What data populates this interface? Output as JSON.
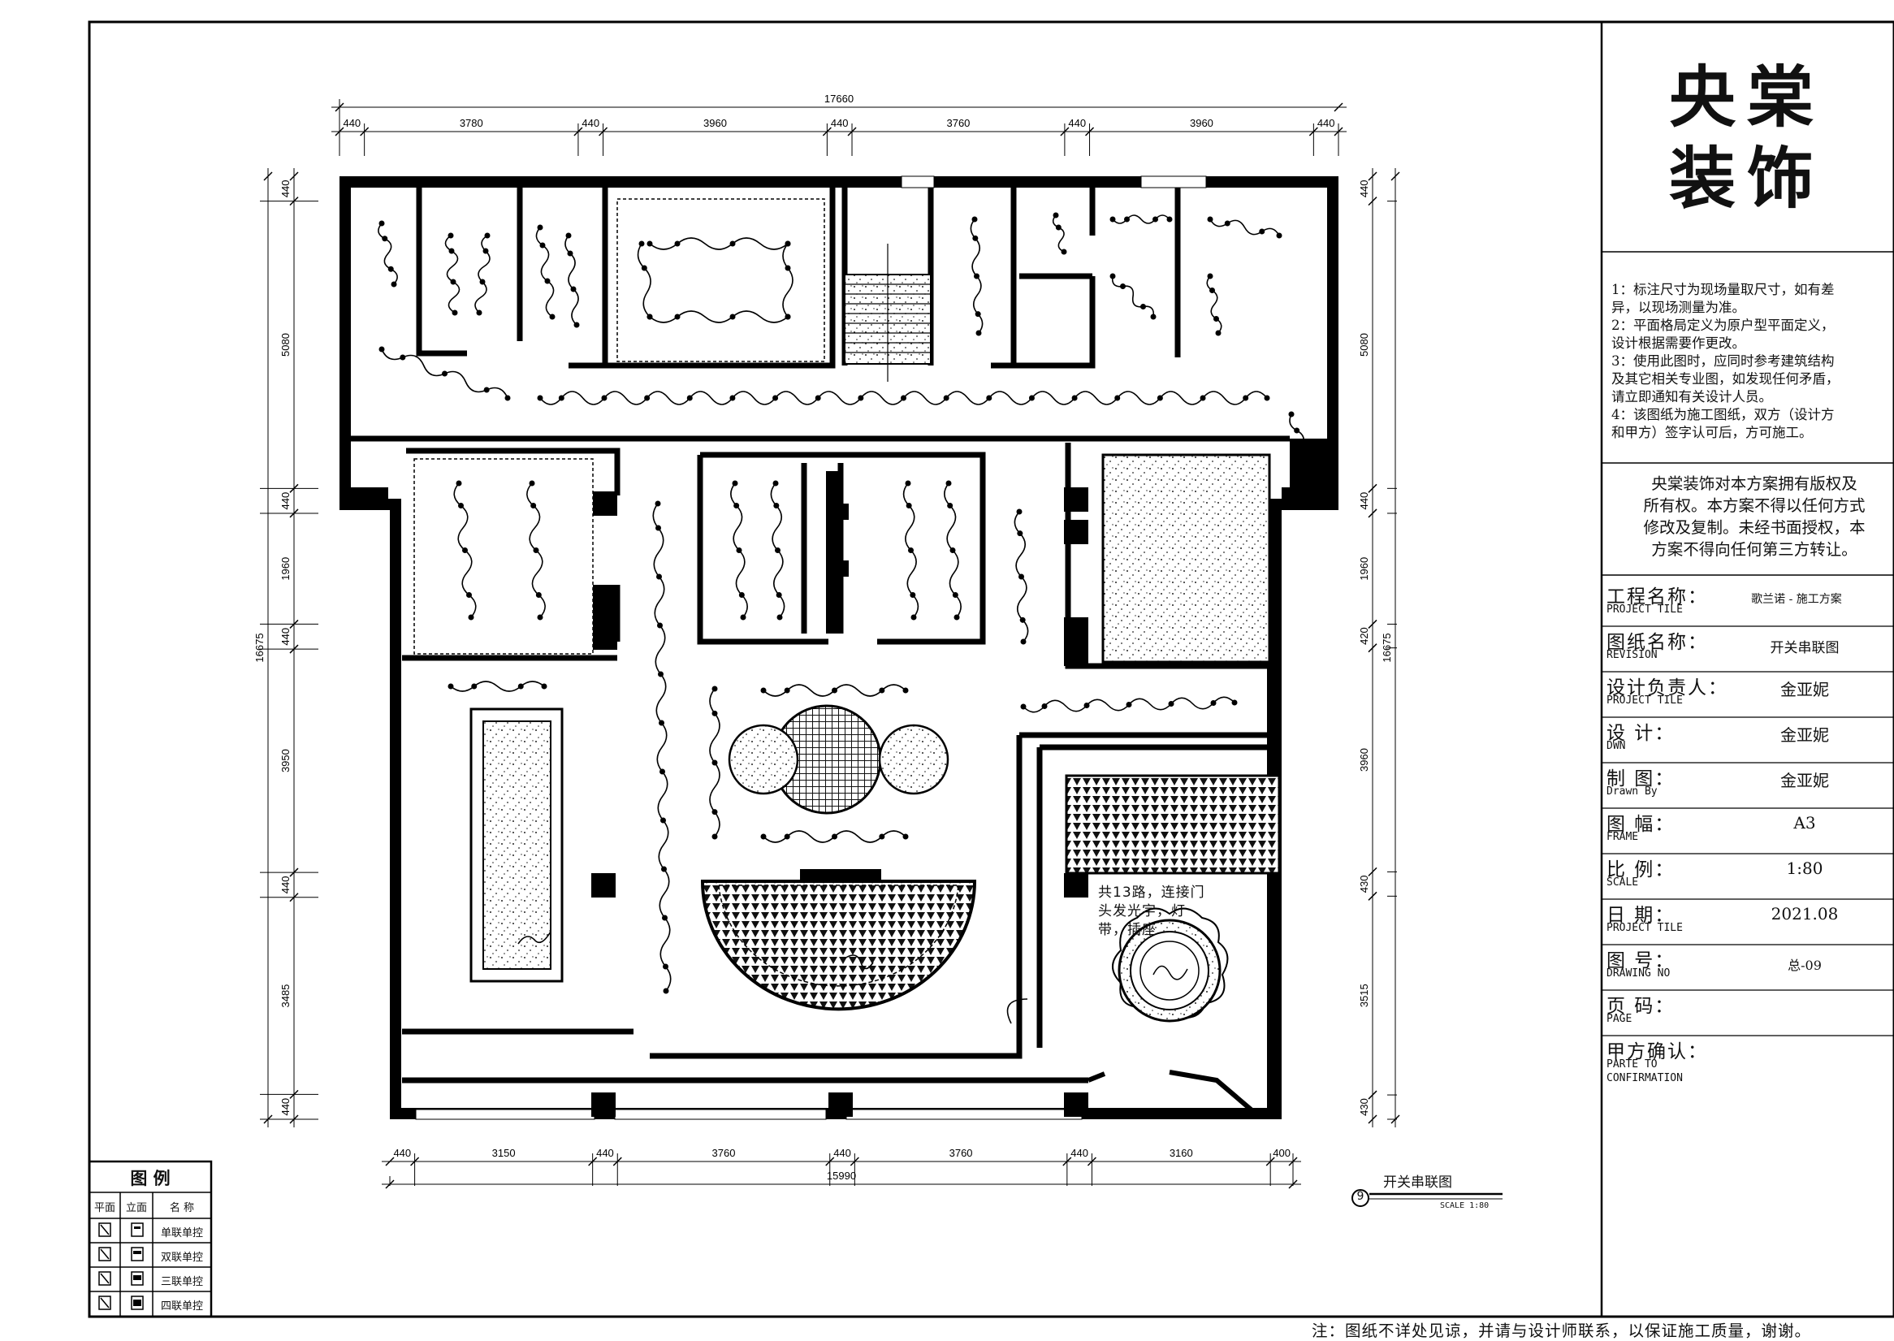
{
  "brand": {
    "line1": "央棠",
    "line2": "装饰"
  },
  "notes": [
    "1：标注尺寸为现场量取尺寸，如有差",
    "异，以现场测量为准。",
    "2：平面格局定义为原户型平面定义，",
    "设计根据需要作更改。",
    "3：使用此图时，应同时参考建筑结构",
    "及其它相关专业图，如发现任何矛盾，",
    "请立即通知有关设计人员。",
    "4：该图纸为施工图纸，双方（设计方",
    "和甲方）签字认可后，方可施工。"
  ],
  "copyright": [
    "央棠装饰对本方案拥有版权及",
    "所有权。本方案不得以任何方式",
    "修改及复制。未经书面授权，本",
    "方案不得向任何第三方转让。"
  ],
  "title_block": [
    {
      "label": "工程名称：",
      "en": "PROJECT TILE",
      "value": "歌兰诺 - 施工方案"
    },
    {
      "label": "图纸名称：",
      "en": "REVISION",
      "value": "开关串联图"
    },
    {
      "label": "设计负责人：",
      "en": "PROJECT TILE",
      "value": "金亚妮"
    },
    {
      "label": "设  计：",
      "en": "DWN",
      "value": "金亚妮"
    },
    {
      "label": "制  图：",
      "en": "Drawn By",
      "value": "金亚妮"
    },
    {
      "label": "图  幅：",
      "en": "FRAME",
      "value": "A3"
    },
    {
      "label": "比  例：",
      "en": "SCALE",
      "value": "1:80"
    },
    {
      "label": "日  期：",
      "en": "PROJECT TILE",
      "value": "2021.08"
    },
    {
      "label": "图  号：",
      "en": "DRAWING NO",
      "value": "总-09"
    },
    {
      "label": "页  码：",
      "en": "PAGE",
      "value": ""
    },
    {
      "label": "甲方确认：",
      "en": "PARTE TO\nCONFIRMATION",
      "value": ""
    }
  ],
  "dims": {
    "top_total": "17660",
    "top_segments": [
      "440",
      "3780",
      "440",
      "3960",
      "440",
      "3760",
      "440",
      "3960",
      "440"
    ],
    "bottom_total": "15990",
    "bottom_segments": [
      "440",
      "3150",
      "440",
      "3760",
      "440",
      "3760",
      "440",
      "3160",
      "400"
    ],
    "left_total": "16675",
    "left_segments": [
      "440",
      "5080",
      "440",
      "1960",
      "440",
      "3950",
      "440",
      "3485",
      "440"
    ],
    "right_total": "16675",
    "right_segments": [
      "440",
      "5080",
      "440",
      "1960",
      "420",
      "3960",
      "430",
      "3515",
      "430"
    ]
  },
  "annotation": {
    "lines": [
      "共13路，连接门",
      "头发光字，灯",
      "带，插座"
    ]
  },
  "drawing_title": {
    "number": "9",
    "name": "开关串联图",
    "scale": "SCALE 1:80"
  },
  "legend": {
    "title": "图  例",
    "headers": [
      "平面",
      "立面",
      "名  称"
    ],
    "rows": [
      "单联单控",
      "双联单控",
      "三联单控",
      "四联单控"
    ]
  },
  "footer_note": "注：图纸不详处见谅，并请与设计师联系，以保证施工质量，谢谢。"
}
